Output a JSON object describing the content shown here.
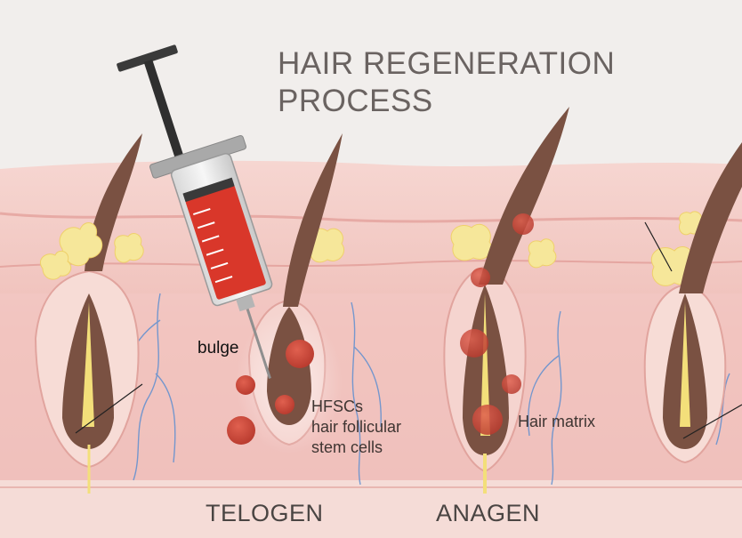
{
  "title": {
    "line1": "HAIR REGENERATION",
    "line2": "PROCESS"
  },
  "labels": {
    "bulge": "bulge",
    "hfsc_line1": "HFSCs",
    "hfsc_line2": "hair follicular",
    "hfsc_line3": "stem cells",
    "hair_matrix": "Hair matrix"
  },
  "stages": {
    "telogen": "TELOGEN",
    "anagen": "ANAGEN"
  },
  "colors": {
    "background": "#f1eeec",
    "skin_light": "#f3cfc9",
    "skin_dark": "#e2a8a4",
    "stem_cell": "#c9473a",
    "syringe_fluid": "#d9372a",
    "hair": "#7a5142",
    "sebaceous": "#f6e79a",
    "vessel": "#5f8fd0"
  },
  "icons": [
    "syringe-icon"
  ]
}
